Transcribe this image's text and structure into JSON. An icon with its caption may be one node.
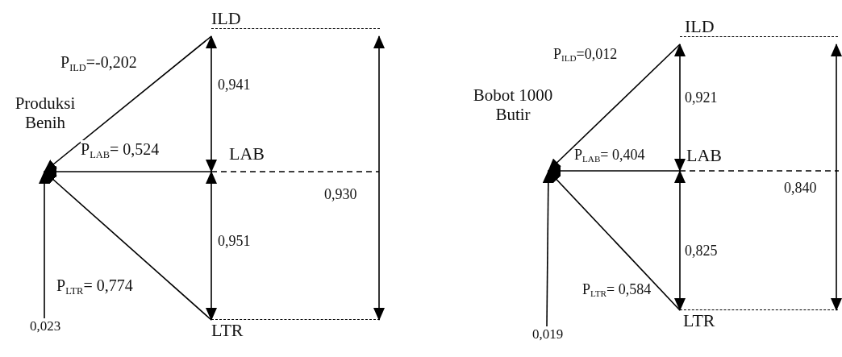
{
  "diagram": {
    "nodes": [
      {
        "text": [
          "ILD"
        ]
      },
      {
        "text": [
          "Produksi Benih"
        ]
      },
      {
        "text": [
          "LAB"
        ]
      },
      {
        "text": [
          "LTR"
        ]
      },
      {
        "text": [
          "0,023"
        ]
      },
      {
        "text": [
          "ILD"
        ]
      },
      {
        "text": [
          "Bobot 1000 Butir"
        ]
      },
      {
        "text": [
          "LAB"
        ]
      },
      {
        "text": [
          "LTR"
        ]
      },
      {
        "text": [
          "0,019"
        ]
      }
    ],
    "edges": [
      {
        "from": 0,
        "to": 1,
        "arrow": "to",
        "label": "P$_{ILD}$=-0,202"
      },
      {
        "from": 2,
        "to": 1,
        "arrow": "to",
        "label": "P$_{LAB}$= 0,524"
      },
      {
        "from": 3,
        "to": 1,
        "arrow": "to",
        "label": "P$_{LTR}$= 0,774"
      },
      {
        "from": 4,
        "to": 1,
        "arrow": "to"
      },
      {
        "from": 0,
        "to": 2,
        "arrow": "both",
        "label": "0,941"
      },
      {
        "from": 2,
        "to": 3,
        "arrow": "both",
        "label": "0,951"
      },
      {
        "from": 0,
        "to": 3,
        "arrow": "both",
        "label": "0,930"
      },
      {
        "from": 5,
        "to": 6,
        "arrow": "to",
        "label": "P$_{ILD}$=0,012"
      },
      {
        "from": 7,
        "to": 6,
        "arrow": "to",
        "label": "P$_{LAB}$= 0,404"
      },
      {
        "from": 8,
        "to": 6,
        "arrow": "to",
        "label": "P$_{LTR}$= 0,584"
      },
      {
        "from": 9,
        "to": 6,
        "arrow": "to"
      },
      {
        "from": 5,
        "to": 7,
        "arrow": "both",
        "label": "0,921"
      },
      {
        "from": 7,
        "to": 8,
        "arrow": "both",
        "label": "0,825"
      },
      {
        "from": 5,
        "to": 8,
        "arrow": "both",
        "label": "0,840"
      }
    ]
  }
}
